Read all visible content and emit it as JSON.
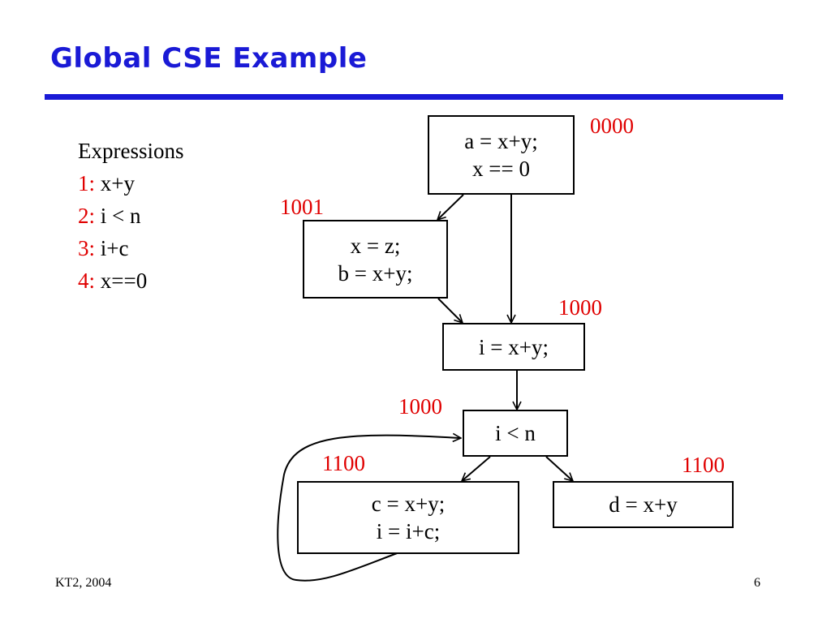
{
  "slide": {
    "title": "Global CSE Example",
    "footer_left": "KT2, 2004",
    "page_number": "6"
  },
  "legend": {
    "heading": "Expressions",
    "items": [
      {
        "num": "1:",
        "expr": "x+y"
      },
      {
        "num": "2:",
        "expr": "i < n"
      },
      {
        "num": "3:",
        "expr": "i+c"
      },
      {
        "num": "4:",
        "expr": "x==0"
      }
    ]
  },
  "blocks": {
    "entry": {
      "lines": [
        "a = x+y;",
        "x == 0"
      ],
      "bits": "0000"
    },
    "then": {
      "lines": [
        "x = z;",
        "b = x+y;"
      ],
      "bits": "1001"
    },
    "join": {
      "lines": [
        "i = x+y;"
      ],
      "bits": "1000"
    },
    "loop_test": {
      "lines": [
        "i < n"
      ],
      "bits": "1000"
    },
    "loop_body": {
      "lines": [
        "c = x+y;",
        "i = i+c;"
      ],
      "bits": "1100"
    },
    "exit": {
      "lines": [
        "d = x+y"
      ],
      "bits": "1100"
    }
  },
  "colors": {
    "title": "#1a1ad6",
    "bits": "#e00000"
  }
}
